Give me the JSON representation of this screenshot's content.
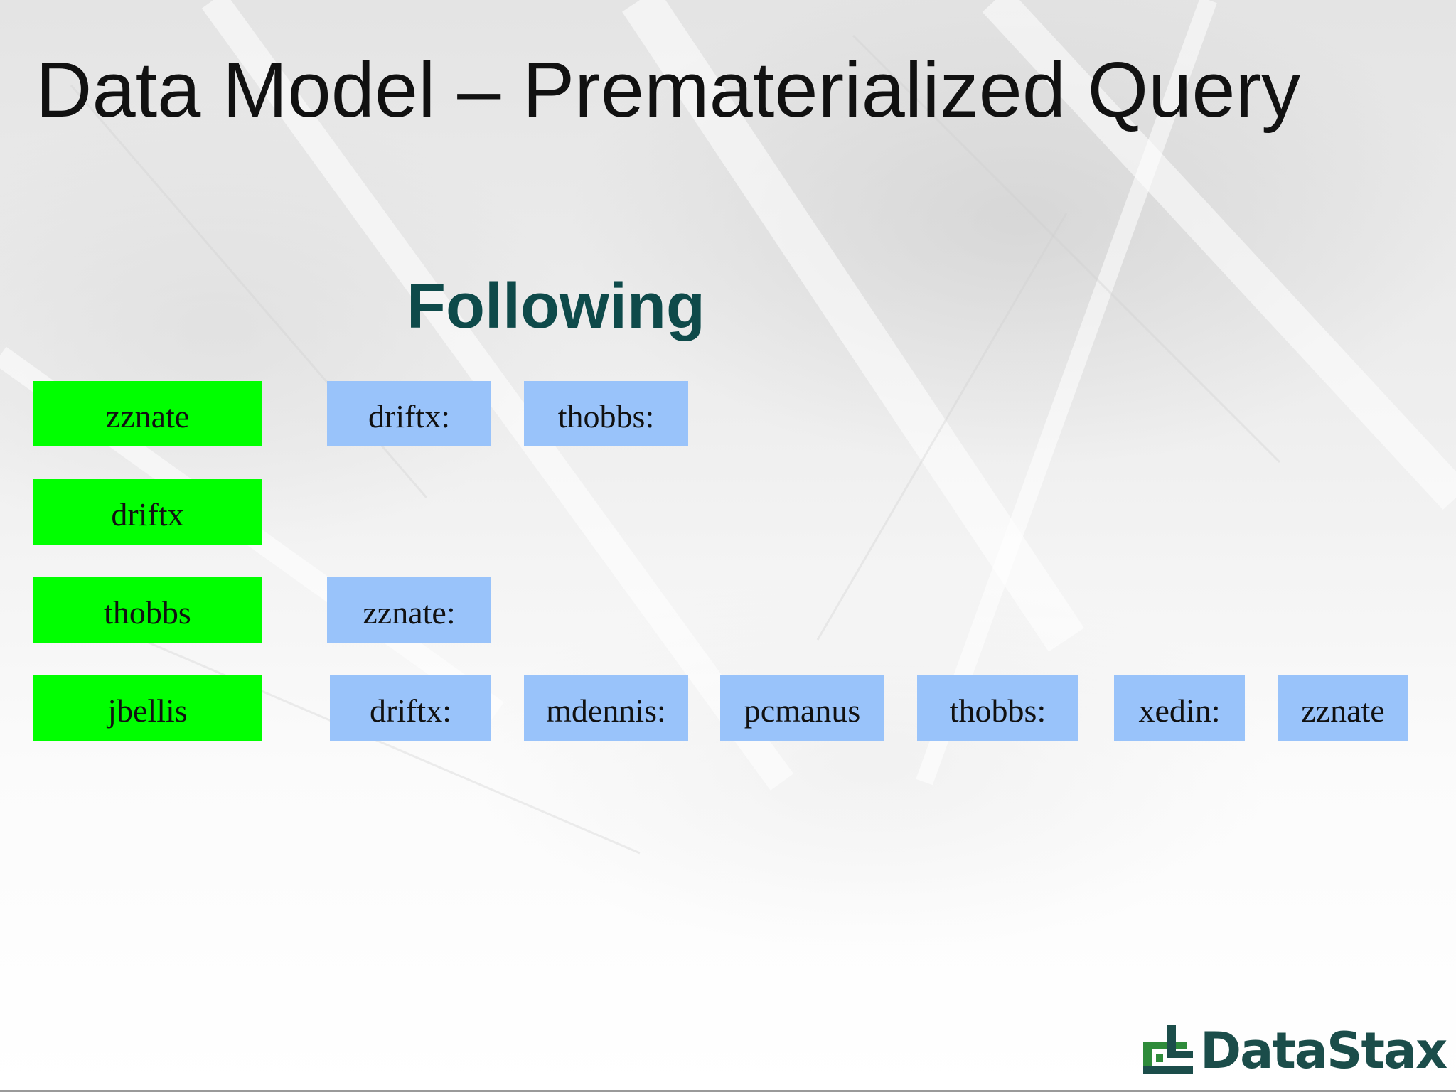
{
  "slide": {
    "title": "Data Model – Premateri­alized Query",
    "section_heading": "Following"
  },
  "rows": [
    {
      "key": "zznate",
      "columns": [
        "driftx:",
        "thobbs:"
      ]
    },
    {
      "key": "driftx",
      "columns": []
    },
    {
      "key": "thobbs",
      "columns": [
        "zznate:"
      ]
    },
    {
      "key": "jbellis",
      "columns": [
        "driftx:",
        "mdennis:",
        "pcmanus",
        "thobbs:",
        "xedin:",
        "zznate"
      ]
    }
  ],
  "colors": {
    "row_key": "#00ff00",
    "column": "#99c3fa",
    "heading": "#0e4a4a",
    "logo": "#1b4d4a",
    "logo_accent": "#2e8b3a"
  },
  "logo": {
    "text": "DataStax",
    "icon": "datastax-logo-icon"
  }
}
